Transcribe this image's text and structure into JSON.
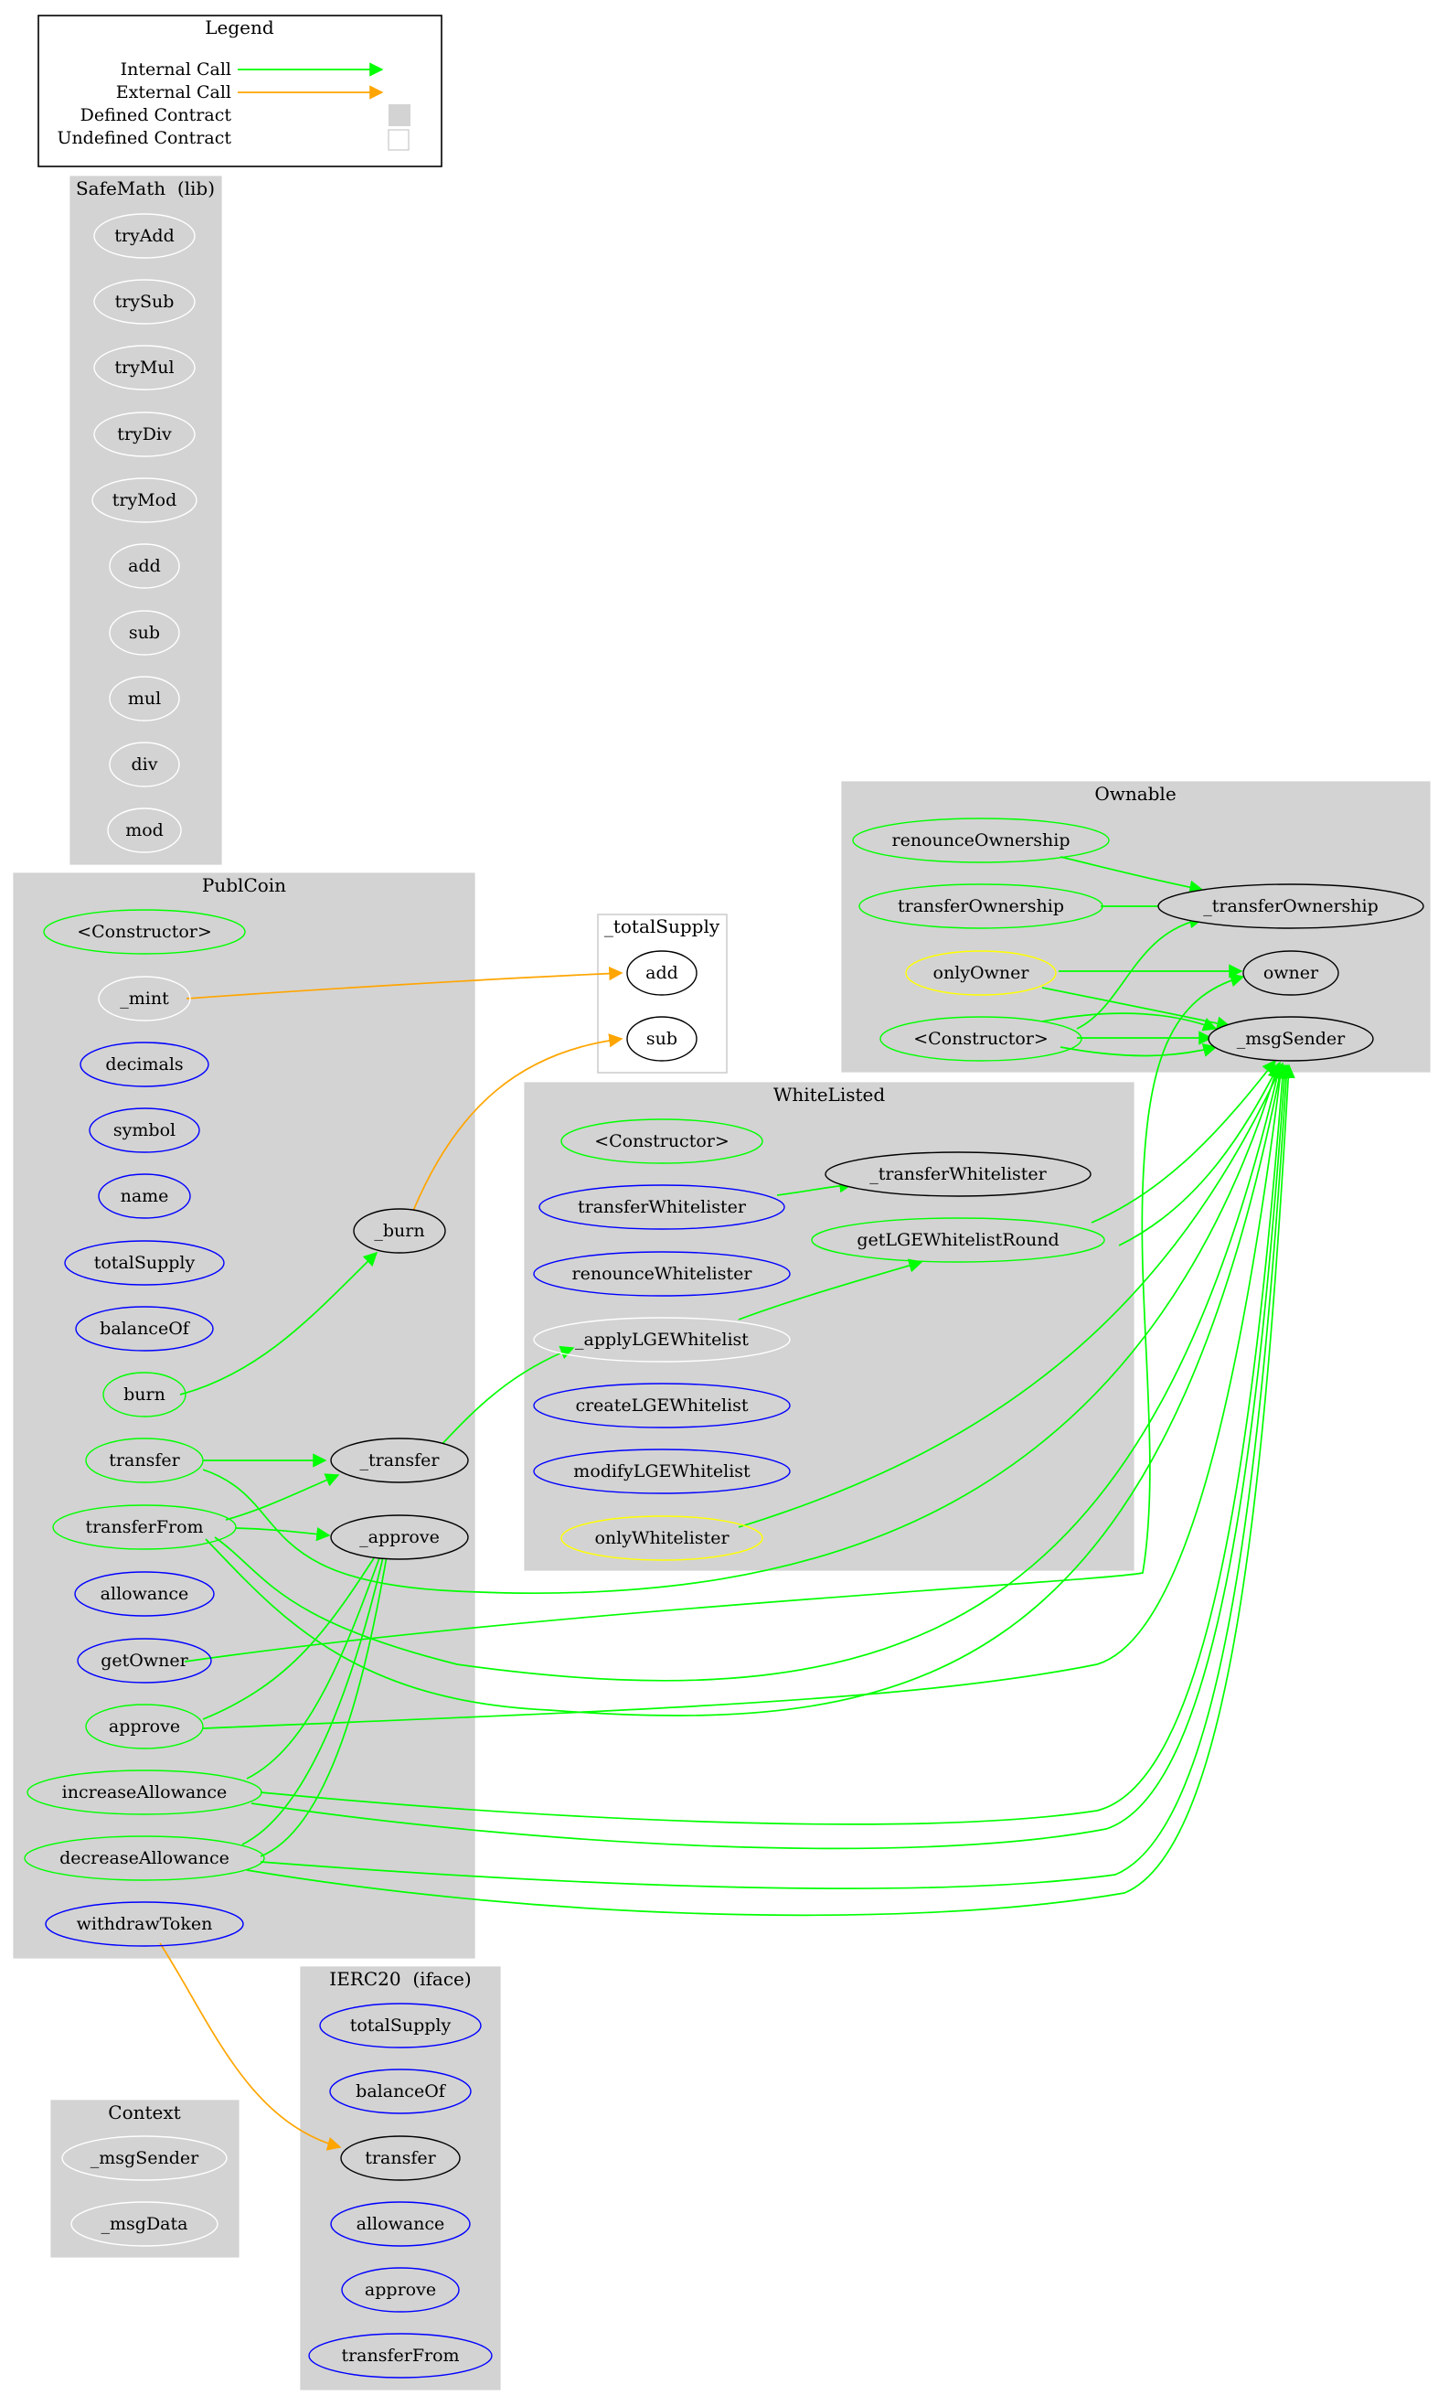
{
  "legend": {
    "title": "Legend",
    "items": [
      "Internal Call",
      "External Call",
      "Defined Contract",
      "Undefined Contract"
    ]
  },
  "clusters": [
    {
      "name": "SafeMath  (lib)",
      "style": "filled"
    },
    {
      "name": "PublCoin",
      "style": "filled"
    },
    {
      "name": "_totalSupply",
      "style": "open"
    },
    {
      "name": "Ownable",
      "style": "filled"
    },
    {
      "name": "WhiteListed",
      "style": "filled"
    },
    {
      "name": "IERC20  (iface)",
      "style": "filled"
    },
    {
      "name": "Context",
      "style": "filled"
    }
  ],
  "nodes": [
    {
      "id": "sm_tryAdd",
      "label": "tryAdd",
      "color": "#ffffff",
      "fill": "none"
    },
    {
      "id": "sm_trySub",
      "label": "trySub",
      "color": "#ffffff",
      "fill": "none"
    },
    {
      "id": "sm_tryMul",
      "label": "tryMul",
      "color": "#ffffff",
      "fill": "none"
    },
    {
      "id": "sm_tryDiv",
      "label": "tryDiv",
      "color": "#ffffff",
      "fill": "none"
    },
    {
      "id": "sm_tryMod",
      "label": "tryMod",
      "color": "#ffffff",
      "fill": "none"
    },
    {
      "id": "sm_add",
      "label": "add",
      "color": "#ffffff",
      "fill": "none"
    },
    {
      "id": "sm_sub",
      "label": "sub",
      "color": "#ffffff",
      "fill": "none"
    },
    {
      "id": "sm_mul",
      "label": "mul",
      "color": "#ffffff",
      "fill": "none"
    },
    {
      "id": "sm_div",
      "label": "div",
      "color": "#ffffff",
      "fill": "none"
    },
    {
      "id": "sm_mod",
      "label": "mod",
      "color": "#ffffff",
      "fill": "none"
    },
    {
      "id": "pc_ctor",
      "label": "<Constructor>",
      "color": "#00ff00",
      "fill": "none"
    },
    {
      "id": "pc_mint",
      "label": "_mint",
      "color": "#ffffff",
      "fill": "none"
    },
    {
      "id": "pc_decimals",
      "label": "decimals",
      "color": "#0000ff",
      "fill": "none"
    },
    {
      "id": "pc_symbol",
      "label": "symbol",
      "color": "#0000ff",
      "fill": "none"
    },
    {
      "id": "pc_name",
      "label": "name",
      "color": "#0000ff",
      "fill": "none"
    },
    {
      "id": "pc_totalSupply",
      "label": "totalSupply",
      "color": "#0000ff",
      "fill": "none"
    },
    {
      "id": "pc_balanceOf",
      "label": "balanceOf",
      "color": "#0000ff",
      "fill": "none"
    },
    {
      "id": "pc__burn",
      "label": "_burn",
      "color": "#000000",
      "fill": "none"
    },
    {
      "id": "pc_burn",
      "label": "burn",
      "color": "#00ff00",
      "fill": "none"
    },
    {
      "id": "pc_transfer",
      "label": "transfer",
      "color": "#00ff00",
      "fill": "none"
    },
    {
      "id": "pc__transfer",
      "label": "_transfer",
      "color": "#000000",
      "fill": "none"
    },
    {
      "id": "pc_transferFrom",
      "label": "transferFrom",
      "color": "#00ff00",
      "fill": "none"
    },
    {
      "id": "pc__approve",
      "label": "_approve",
      "color": "#000000",
      "fill": "none"
    },
    {
      "id": "pc_allowance",
      "label": "allowance",
      "color": "#0000ff",
      "fill": "none"
    },
    {
      "id": "pc_getOwner",
      "label": "getOwner",
      "color": "#0000ff",
      "fill": "none"
    },
    {
      "id": "pc_approve",
      "label": "approve",
      "color": "#00ff00",
      "fill": "none"
    },
    {
      "id": "pc_increaseAllowance",
      "label": "increaseAllowance",
      "color": "#00ff00",
      "fill": "none"
    },
    {
      "id": "pc_decreaseAllowance",
      "label": "decreaseAllowance",
      "color": "#00ff00",
      "fill": "none"
    },
    {
      "id": "pc_withdrawToken",
      "label": "withdrawToken",
      "color": "#0000ff",
      "fill": "none"
    },
    {
      "id": "ts_add",
      "label": "add",
      "color": "#000000",
      "fill": "none"
    },
    {
      "id": "ts_sub",
      "label": "sub",
      "color": "#000000",
      "fill": "none"
    },
    {
      "id": "ow_renounce",
      "label": "renounceOwnership",
      "color": "#00ff00",
      "fill": "none"
    },
    {
      "id": "ow_transferOwnership",
      "label": "transferOwnership",
      "color": "#00ff00",
      "fill": "none"
    },
    {
      "id": "ow__transferOwnership",
      "label": "_transferOwnership",
      "color": "#000000",
      "fill": "none"
    },
    {
      "id": "ow_onlyOwner",
      "label": "onlyOwner",
      "color": "#ffff00",
      "fill": "none"
    },
    {
      "id": "ow_owner",
      "label": "owner",
      "color": "#000000",
      "fill": "none"
    },
    {
      "id": "ow_ctor",
      "label": "<Constructor>",
      "color": "#00ff00",
      "fill": "none"
    },
    {
      "id": "ow__msgSender",
      "label": "_msgSender",
      "color": "#000000",
      "fill": "none"
    },
    {
      "id": "wl_ctor",
      "label": "<Constructor>",
      "color": "#00ff00",
      "fill": "none"
    },
    {
      "id": "wl_transferWhitelister",
      "label": "transferWhitelister",
      "color": "#0000ff",
      "fill": "none"
    },
    {
      "id": "wl__transferWhitelister",
      "label": "_transferWhitelister",
      "color": "#000000",
      "fill": "none"
    },
    {
      "id": "wl_getLGE",
      "label": "getLGEWhitelistRound",
      "color": "#00ff00",
      "fill": "none"
    },
    {
      "id": "wl_renounce",
      "label": "renounceWhitelister",
      "color": "#0000ff",
      "fill": "none"
    },
    {
      "id": "wl__applyLGE",
      "label": "_applyLGEWhitelist",
      "color": "#ffffff",
      "fill": "none"
    },
    {
      "id": "wl_createLGE",
      "label": "createLGEWhitelist",
      "color": "#0000ff",
      "fill": "none"
    },
    {
      "id": "wl_modifyLGE",
      "label": "modifyLGEWhitelist",
      "color": "#0000ff",
      "fill": "none"
    },
    {
      "id": "wl_onlyWhitelister",
      "label": "onlyWhitelister",
      "color": "#ffff00",
      "fill": "none"
    },
    {
      "id": "ie_totalSupply",
      "label": "totalSupply",
      "color": "#0000ff",
      "fill": "none"
    },
    {
      "id": "ie_balanceOf",
      "label": "balanceOf",
      "color": "#0000ff",
      "fill": "none"
    },
    {
      "id": "ie_transfer",
      "label": "transfer",
      "color": "#000000",
      "fill": "none"
    },
    {
      "id": "ie_allowance",
      "label": "allowance",
      "color": "#0000ff",
      "fill": "none"
    },
    {
      "id": "ie_approve",
      "label": "approve",
      "color": "#0000ff",
      "fill": "none"
    },
    {
      "id": "ie_transferFrom",
      "label": "transferFrom",
      "color": "#0000ff",
      "fill": "none"
    },
    {
      "id": "cx__msgSender",
      "label": "_msgSender",
      "color": "#ffffff",
      "fill": "none"
    },
    {
      "id": "cx__msgData",
      "label": "_msgData",
      "color": "#ffffff",
      "fill": "none"
    }
  ],
  "edges": [
    {
      "from": "pc_mint",
      "to": "ts_add",
      "kind": "external"
    },
    {
      "from": "pc__burn",
      "to": "ts_sub",
      "kind": "external"
    },
    {
      "from": "pc_burn",
      "to": "pc__burn",
      "kind": "internal"
    },
    {
      "from": "pc_transfer",
      "to": "pc__transfer",
      "kind": "internal"
    },
    {
      "from": "pc_transferFrom",
      "to": "pc__transfer",
      "kind": "internal"
    },
    {
      "from": "pc_transferFrom",
      "to": "pc__approve",
      "kind": "internal"
    },
    {
      "from": "pc__transfer",
      "to": "wl__applyLGE",
      "kind": "internal"
    },
    {
      "from": "wl__applyLGE",
      "to": "wl_getLGE",
      "kind": "internal"
    },
    {
      "from": "wl_transferWhitelister",
      "to": "wl__transferWhitelister",
      "kind": "internal"
    },
    {
      "from": "wl_getLGE",
      "to": "ow__msgSender",
      "kind": "internal"
    },
    {
      "from": "wl_getLGE",
      "to": "ow__msgSender",
      "kind": "internal"
    },
    {
      "from": "wl_onlyWhitelister",
      "to": "ow__msgSender",
      "kind": "internal"
    },
    {
      "from": "ow_renounce",
      "to": "ow__transferOwnership",
      "kind": "internal"
    },
    {
      "from": "ow_transferOwnership",
      "to": "ow__transferOwnership",
      "kind": "internal"
    },
    {
      "from": "ow_onlyOwner",
      "to": "ow_owner",
      "kind": "internal"
    },
    {
      "from": "ow_onlyOwner",
      "to": "ow__msgSender",
      "kind": "internal"
    },
    {
      "from": "ow_ctor",
      "to": "ow__transferOwnership",
      "kind": "internal"
    },
    {
      "from": "ow_ctor",
      "to": "ow__msgSender",
      "kind": "internal"
    },
    {
      "from": "ow_ctor",
      "to": "ow__msgSender",
      "kind": "internal"
    },
    {
      "from": "ow_ctor",
      "to": "ow__msgSender",
      "kind": "internal"
    },
    {
      "from": "pc_transfer",
      "to": "ow__msgSender",
      "kind": "internal"
    },
    {
      "from": "pc_transferFrom",
      "to": "ow__msgSender",
      "kind": "internal"
    },
    {
      "from": "pc_transferFrom",
      "to": "ow__msgSender",
      "kind": "internal"
    },
    {
      "from": "pc_getOwner",
      "to": "ow_owner",
      "kind": "internal"
    },
    {
      "from": "pc_approve",
      "to": "pc__approve",
      "kind": "internal"
    },
    {
      "from": "pc_approve",
      "to": "ow__msgSender",
      "kind": "internal"
    },
    {
      "from": "pc_increaseAllowance",
      "to": "pc__approve",
      "kind": "internal"
    },
    {
      "from": "pc_increaseAllowance",
      "to": "ow__msgSender",
      "kind": "internal"
    },
    {
      "from": "pc_increaseAllowance",
      "to": "ow__msgSender",
      "kind": "internal"
    },
    {
      "from": "pc_decreaseAllowance",
      "to": "pc__approve",
      "kind": "internal"
    },
    {
      "from": "pc_decreaseAllowance",
      "to": "pc__approve",
      "kind": "internal"
    },
    {
      "from": "pc_decreaseAllowance",
      "to": "ow__msgSender",
      "kind": "internal"
    },
    {
      "from": "pc_decreaseAllowance",
      "to": "ow__msgSender",
      "kind": "internal"
    },
    {
      "from": "pc_withdrawToken",
      "to": "ie_transfer",
      "kind": "external"
    }
  ],
  "colors": {
    "internal": "#00ff00",
    "external": "#ffa500",
    "defined_contract": "#d3d3d3",
    "undefined_contract": "#ffffff"
  }
}
